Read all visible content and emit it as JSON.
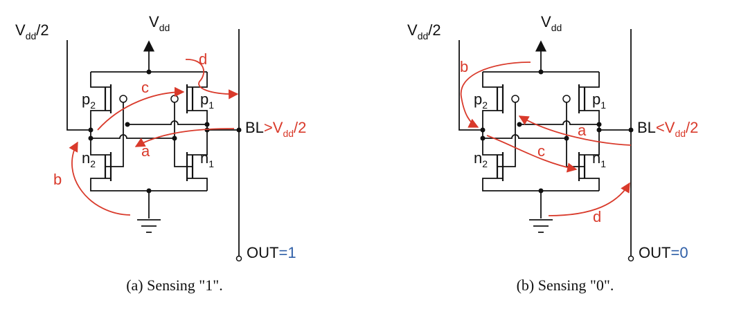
{
  "colors": {
    "wire": "#111111",
    "annotation": "#d93a2b",
    "value": "#2f5fa7"
  },
  "panels": [
    {
      "vdd_half_main": "V",
      "vdd_half_sub": "dd",
      "vdd_half_tail": "/2",
      "vdd_main": "V",
      "vdd_sub": "dd",
      "p2": "p",
      "p2_sub": "2",
      "p1": "p",
      "p1_sub": "1",
      "n2": "n",
      "n2_sub": "2",
      "n1": "n",
      "n1_sub": "1",
      "bl": "BL",
      "bl_cmp": ">V",
      "bl_cmp_sub": "dd",
      "bl_cmp_tail": "/2",
      "out": "OUT",
      "out_eq": "=",
      "out_val": "1",
      "arrows": {
        "a": "a",
        "b": "b",
        "c": "c",
        "d": "d"
      },
      "caption": "(a) Sensing \"1\"."
    },
    {
      "vdd_half_main": "V",
      "vdd_half_sub": "dd",
      "vdd_half_tail": "/2",
      "vdd_main": "V",
      "vdd_sub": "dd",
      "p2": "p",
      "p2_sub": "2",
      "p1": "p",
      "p1_sub": "1",
      "n2": "n",
      "n2_sub": "2",
      "n1": "n",
      "n1_sub": "1",
      "bl": "BL",
      "bl_cmp": "<V",
      "bl_cmp_sub": "dd",
      "bl_cmp_tail": "/2",
      "out": "OUT",
      "out_eq": "=",
      "out_val": "0",
      "arrows": {
        "a": "a",
        "b": "b",
        "c": "c",
        "d": "d"
      },
      "caption": "(b) Sensing \"0\"."
    }
  ]
}
